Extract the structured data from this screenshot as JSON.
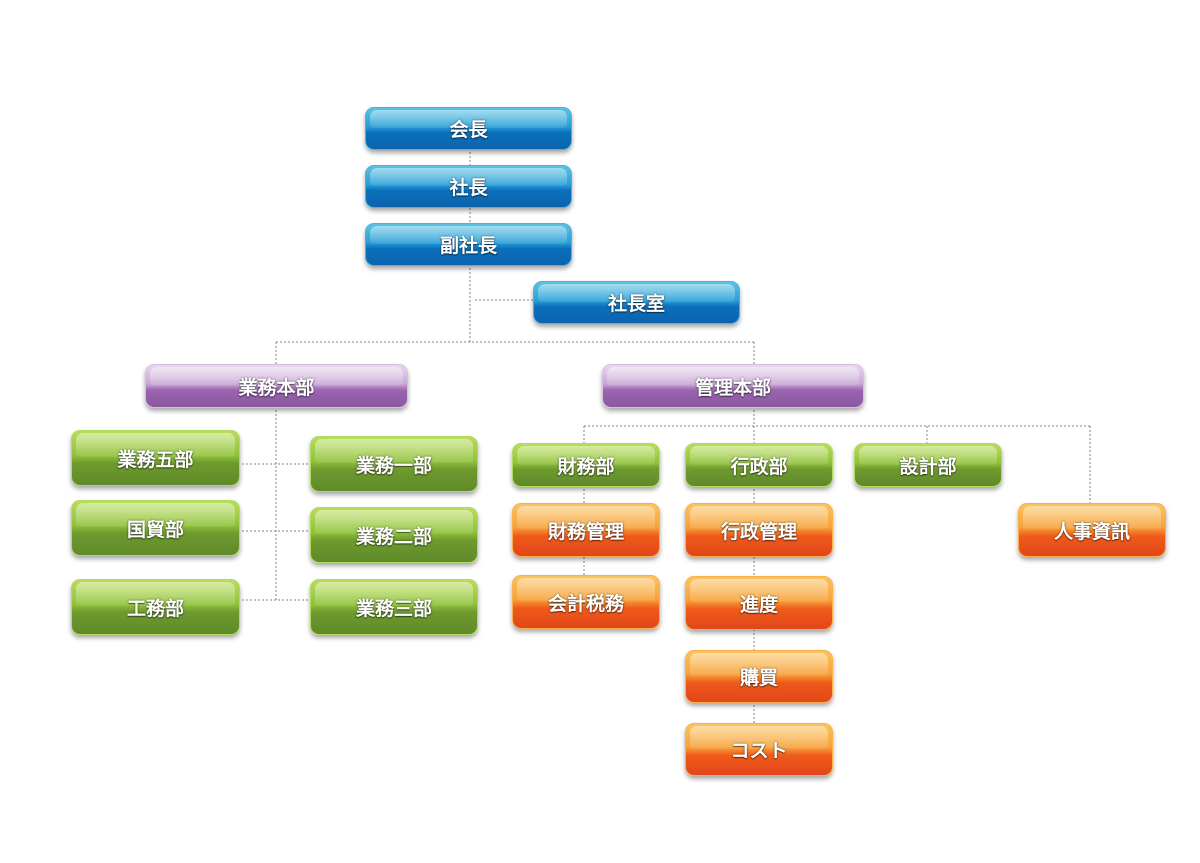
{
  "executive": {
    "chairman": "会長",
    "president": "社長",
    "vice_president": "副社長",
    "president_office": "社長室"
  },
  "business_hq": {
    "label": "業務本部",
    "left": [
      "業務五部",
      "国貿部",
      "工務部"
    ],
    "right": [
      "業務一部",
      "業務二部",
      "業務三部"
    ]
  },
  "admin_hq": {
    "label": "管理本部",
    "finance": {
      "label": "財務部",
      "children": [
        "財務管理",
        "会計税務"
      ]
    },
    "administration": {
      "label": "行政部",
      "children": [
        "行政管理",
        "進度",
        "購買",
        "コスト"
      ]
    },
    "design": {
      "label": "設計部"
    },
    "hr": {
      "label": "人事資訊"
    }
  },
  "colors": {
    "executive": "#0c70bc",
    "hq": "#9a64ae",
    "department": "#6e9a2e",
    "section": "#ef5a1a",
    "connector": "#999999"
  }
}
